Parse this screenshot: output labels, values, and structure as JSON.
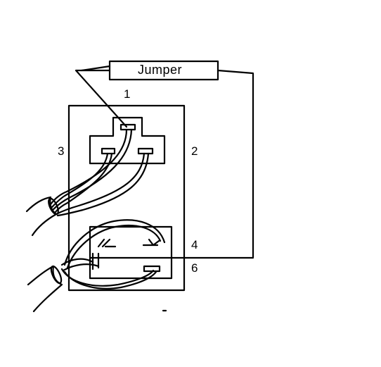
{
  "diagram": {
    "jumper_label": "Jumper",
    "terminal_labels": {
      "t1": "1",
      "t2": "2",
      "t3": "3",
      "t4": "4",
      "t6": "6"
    },
    "line_color": "#000000",
    "background_color": "#ffffff"
  }
}
